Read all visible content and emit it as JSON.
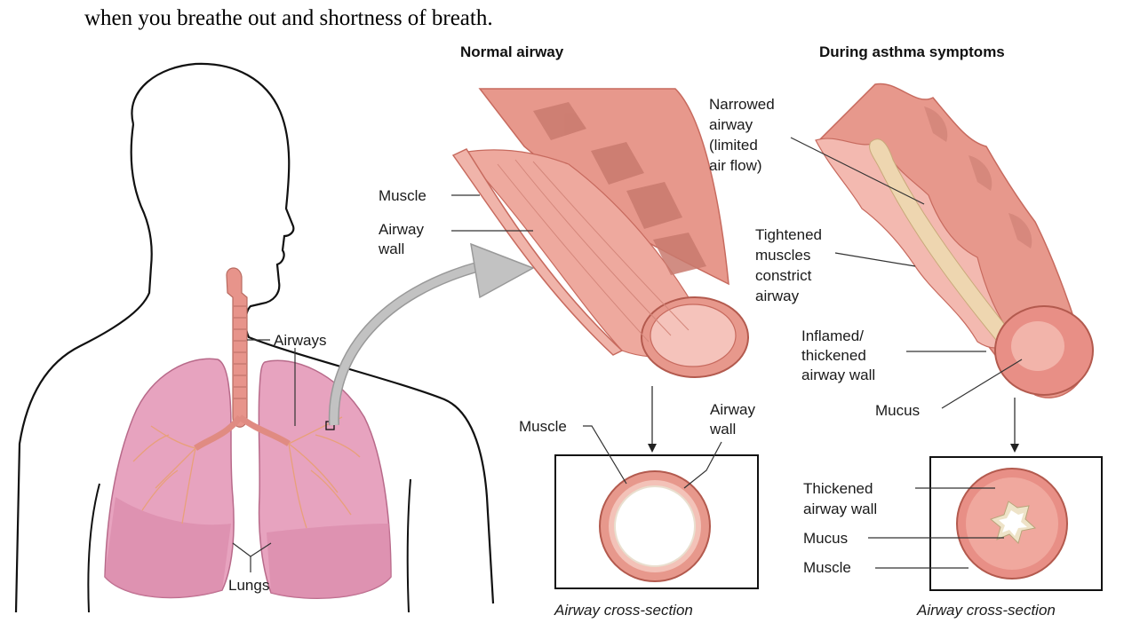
{
  "intro_text": "when you breathe out and shortness of breath.",
  "headings": {
    "normal": "Normal airway",
    "asthma": "During asthma symptoms"
  },
  "labels": {
    "airways": "Airways",
    "lungs": "Lungs",
    "normal_muscle": "Muscle",
    "normal_wall_line1": "Airway",
    "normal_wall_line2": "wall",
    "cs_normal_muscle": "Muscle",
    "cs_normal_wall_line1": "Airway",
    "cs_normal_wall_line2": "wall",
    "narrowed": [
      "Narrowed",
      "airway",
      "(limited",
      "air flow)"
    ],
    "tightened": [
      "Tightened",
      "muscles",
      "constrict",
      "airway"
    ],
    "inflamed": [
      "Inflamed/",
      "thickened",
      "airway wall"
    ],
    "asthma_mucus": "Mucus",
    "cs_asthma_thick_line1": "Thickened",
    "cs_asthma_thick_line2": "airway wall",
    "cs_asthma_mucus": "Mucus",
    "cs_asthma_muscle": "Muscle"
  },
  "captions": {
    "normal": "Airway cross-section",
    "asthma": "Airway cross-section"
  },
  "colors": {
    "lung_fill": "#e7a3bf",
    "lung_dark": "#c9708f",
    "trachea": "#e7948b",
    "tube_fill": "#e7988c",
    "tube_dark": "#c76a5e",
    "tube_light": "#f5c3bb",
    "mucus": "#eed6b0",
    "arrow_gray": "#b8b8b8"
  }
}
